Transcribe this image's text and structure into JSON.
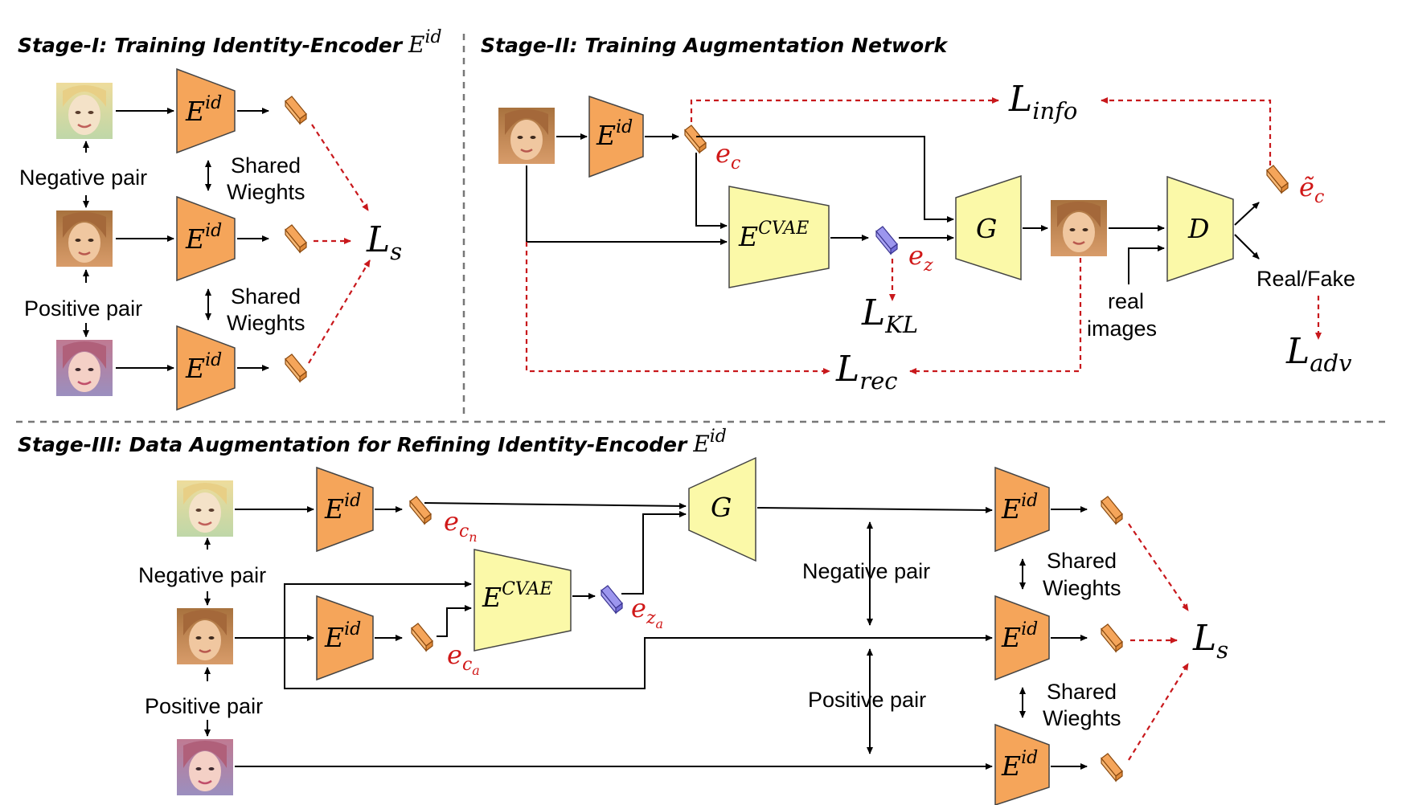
{
  "stage1": {
    "title": "Stage-I: Training Identity-Encoder",
    "title_symbol": "E",
    "title_symbol_sup": "id",
    "negative_pair": "Negative pair",
    "positive_pair": "Positive pair",
    "shared_weights_line1": "Shared",
    "shared_weights_line2": "Wieghts",
    "encoder": "E",
    "encoder_sup": "id",
    "loss": "L",
    "loss_sub": "s"
  },
  "stage2": {
    "title": "Stage-II: Training Augmentation Network",
    "encoder": "E",
    "encoder_sup": "id",
    "cvae": "E",
    "cvae_sup": "CVAE",
    "generator": "G",
    "discriminator": "D",
    "ec": "e",
    "ec_sub": "c",
    "ez": "e",
    "ez_sub": "z",
    "ec_tilde": "ẽ",
    "ec_tilde_sub": "c",
    "l_info": "L",
    "l_info_sub": "info",
    "l_kl": "L",
    "l_kl_sub": "KL",
    "l_rec": "L",
    "l_rec_sub": "rec",
    "l_adv": "L",
    "l_adv_sub": "adv",
    "real_images_line1": "real",
    "real_images_line2": "images",
    "real_fake": "Real/Fake"
  },
  "stage3": {
    "title": "Stage-III: Data Augmentation for Refining Identity-Encoder",
    "title_symbol": "E",
    "title_symbol_sup": "id",
    "negative_pair": "Negative pair",
    "positive_pair": "Positive pair",
    "encoder": "E",
    "encoder_sup": "id",
    "cvae": "E",
    "cvae_sup": "CVAE",
    "generator": "G",
    "ecn": "e",
    "ecn_sub": "c",
    "ecn_subsub": "n",
    "eca": "e",
    "eca_sub": "c",
    "eca_subsub": "a",
    "eza": "e",
    "eza_sub": "z",
    "eza_subsub": "a",
    "shared_weights_line1": "Shared",
    "shared_weights_line2": "Wieghts",
    "loss": "L",
    "loss_sub": "s"
  },
  "colors": {
    "encoder_fill": "#f5a55a",
    "cvae_fill": "#fbf9a8",
    "feature_orange": "#f5a55a",
    "feature_blue": "#8b84e8",
    "loss_red": "#c8181c"
  },
  "face_images": [
    {
      "tone": "#f0d9b0",
      "hair": "#e3c98a",
      "name": "blonde-face"
    },
    {
      "tone": "#e9b88e",
      "hair": "#b07a45",
      "name": "brown-hair-face"
    },
    {
      "tone": "#ecc0b4",
      "hair": "#b26a7a",
      "name": "pink-hair-face"
    }
  ]
}
